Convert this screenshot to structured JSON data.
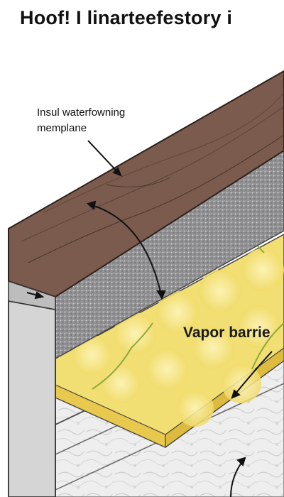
{
  "title": "Hoof! I linarteefestory i",
  "labels": {
    "membrane_line1": "Insul waterfowning",
    "membrane_line2": "memplane",
    "vapor_barrier": "Vapor barrie"
  },
  "colors": {
    "roof_top": "#7a5a4c",
    "gravel": "#9a9a9c",
    "insulation": "#f3e178",
    "wall": "#d9d9d9"
  }
}
